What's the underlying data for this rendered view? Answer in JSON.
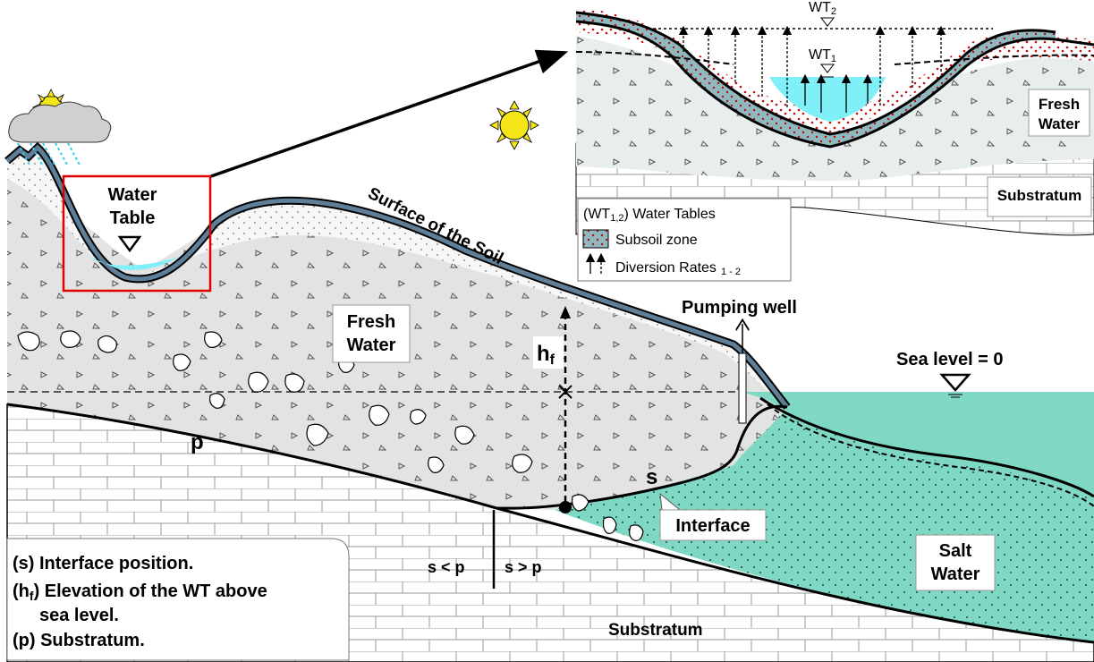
{
  "main": {
    "water_table_line1": "Water",
    "water_table_line2": "Table",
    "soil_surface": "Surface of the Soil",
    "fresh_water_line1": "Fresh",
    "fresh_water_line2": "Water",
    "hf_main": "h",
    "hf_sub": "f",
    "pumping_well": "Pumping well",
    "sea_level": "Sea level = 0",
    "p_label": "p",
    "s_label": "s",
    "interface": "Interface",
    "s_less_p": "s < p",
    "s_greater_p": "s > p",
    "salt_water_line1": "Salt",
    "salt_water_line2": "Water",
    "substratum": "Substratum"
  },
  "legend": {
    "s_line": "(s) Interface position.",
    "hf_prefix": "(h",
    "hf_sub": "f",
    "hf_rest": ") Elevation of the WT above",
    "hf_line2": "sea level.",
    "p_line": "(p) Substratum."
  },
  "inset": {
    "wt2_main": "WT",
    "wt2_sub": "2",
    "wt1_main": "WT",
    "wt1_sub": "1",
    "fresh_water_line1": "Fresh",
    "fresh_water_line2": "Water",
    "substratum": "Substratum",
    "legend": {
      "water_tables_prefix": "(WT",
      "water_tables_sub": "1,2",
      "water_tables_rest": ") Water Tables",
      "subsoil": "Subsoil zone",
      "diversion_main": "Diversion Rates",
      "diversion_sub": "1 - 2"
    }
  },
  "colors": {
    "sea": "#7fd8c4",
    "soil_blue": "#5f7f99",
    "subsoil": "#8fb8bf",
    "water_blue": "#7ff0f8",
    "fresh_fill": "#e3e3e3",
    "highlight_box": "#e00000",
    "sun": "#f5e61a"
  }
}
